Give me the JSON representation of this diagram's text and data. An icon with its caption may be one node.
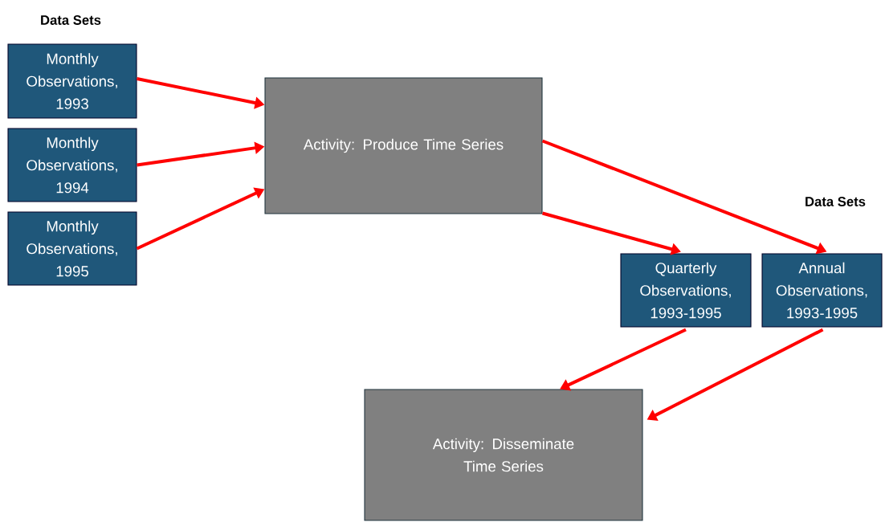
{
  "diagram": {
    "nodes": [
      {
        "text": [
          "Monthly Observations, 1993"
        ]
      },
      {
        "text": [
          "Monthly Observations, 1994"
        ]
      },
      {
        "text": [
          "Monthly Observations, 1995"
        ]
      },
      {
        "text": [
          "Activity: Produce Time Series"
        ]
      },
      {
        "text": [
          "Quarterly Observations, 1993-1995"
        ]
      },
      {
        "text": [
          "Annual Observations, 1993-1995"
        ]
      },
      {
        "text": [
          "Activity: Disseminate Time Series"
        ]
      }
    ],
    "edges": [
      {
        "from": 0,
        "to": 3,
        "arrow": "to"
      },
      {
        "from": 1,
        "to": 3,
        "arrow": "to"
      },
      {
        "from": 2,
        "to": 3,
        "arrow": "to"
      },
      {
        "from": 3,
        "to": 4,
        "arrow": "to"
      },
      {
        "from": 3,
        "to": 5,
        "arrow": "to"
      },
      {
        "from": 4,
        "to": 6,
        "arrow": "to"
      },
      {
        "from": 5,
        "to": 6,
        "arrow": "to"
      }
    ],
    "labels": [
      "Data Sets",
      "Data Sets"
    ]
  }
}
